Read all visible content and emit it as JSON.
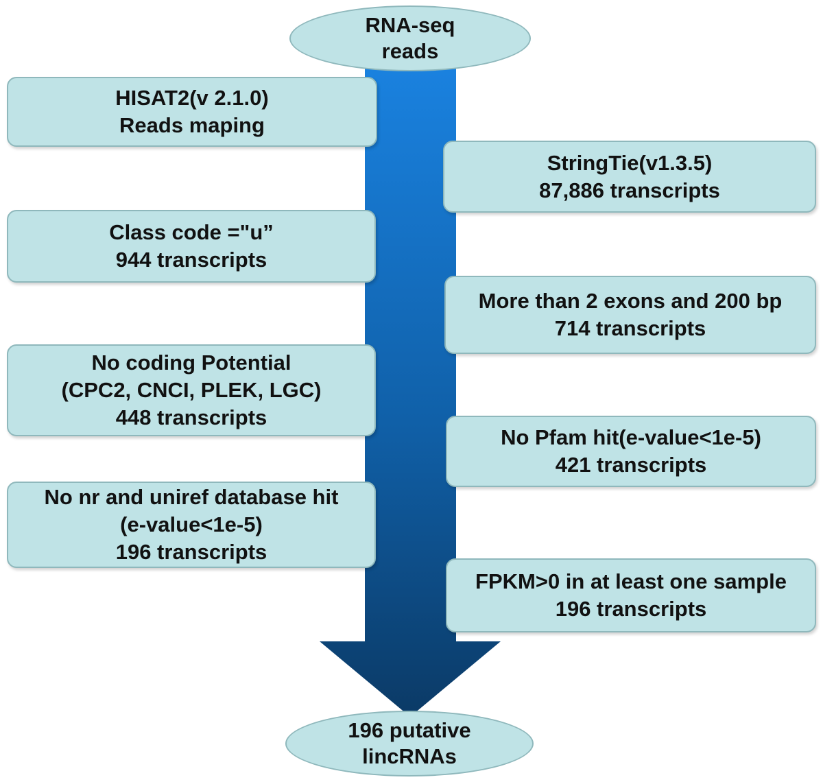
{
  "colors": {
    "box_fill": "#bfe3e6",
    "box_border": "#8fb8bc",
    "arrow_top": "#1a82e0",
    "arrow_bottom": "#0b3a66",
    "text": "#111111"
  },
  "start": {
    "lines": [
      "RNA-seq",
      "reads"
    ]
  },
  "end": {
    "lines": [
      "196 putative",
      "lincRNAs"
    ]
  },
  "left_steps": [
    {
      "lines": [
        "HISAT2(v 2.1.0)",
        "Reads maping"
      ]
    },
    {
      "lines": [
        "Class code =\"u”",
        "944  transcripts"
      ]
    },
    {
      "lines": [
        "No coding Potential",
        "(CPC2, CNCI, PLEK, LGC)",
        "448 transcripts"
      ]
    },
    {
      "lines": [
        "No nr and uniref database hit",
        "(e-value<1e-5)",
        "196 transcripts"
      ]
    }
  ],
  "right_steps": [
    {
      "lines": [
        "StringTie(v1.3.5)",
        "87,886  transcripts"
      ]
    },
    {
      "lines": [
        "More than 2 exons and 200 bp",
        "714 transcripts"
      ]
    },
    {
      "lines": [
        "No Pfam hit(e-value<1e-5)",
        "421 transcripts"
      ]
    },
    {
      "lines": [
        "FPKM>0 in at least one sample",
        "196 transcripts"
      ]
    }
  ]
}
